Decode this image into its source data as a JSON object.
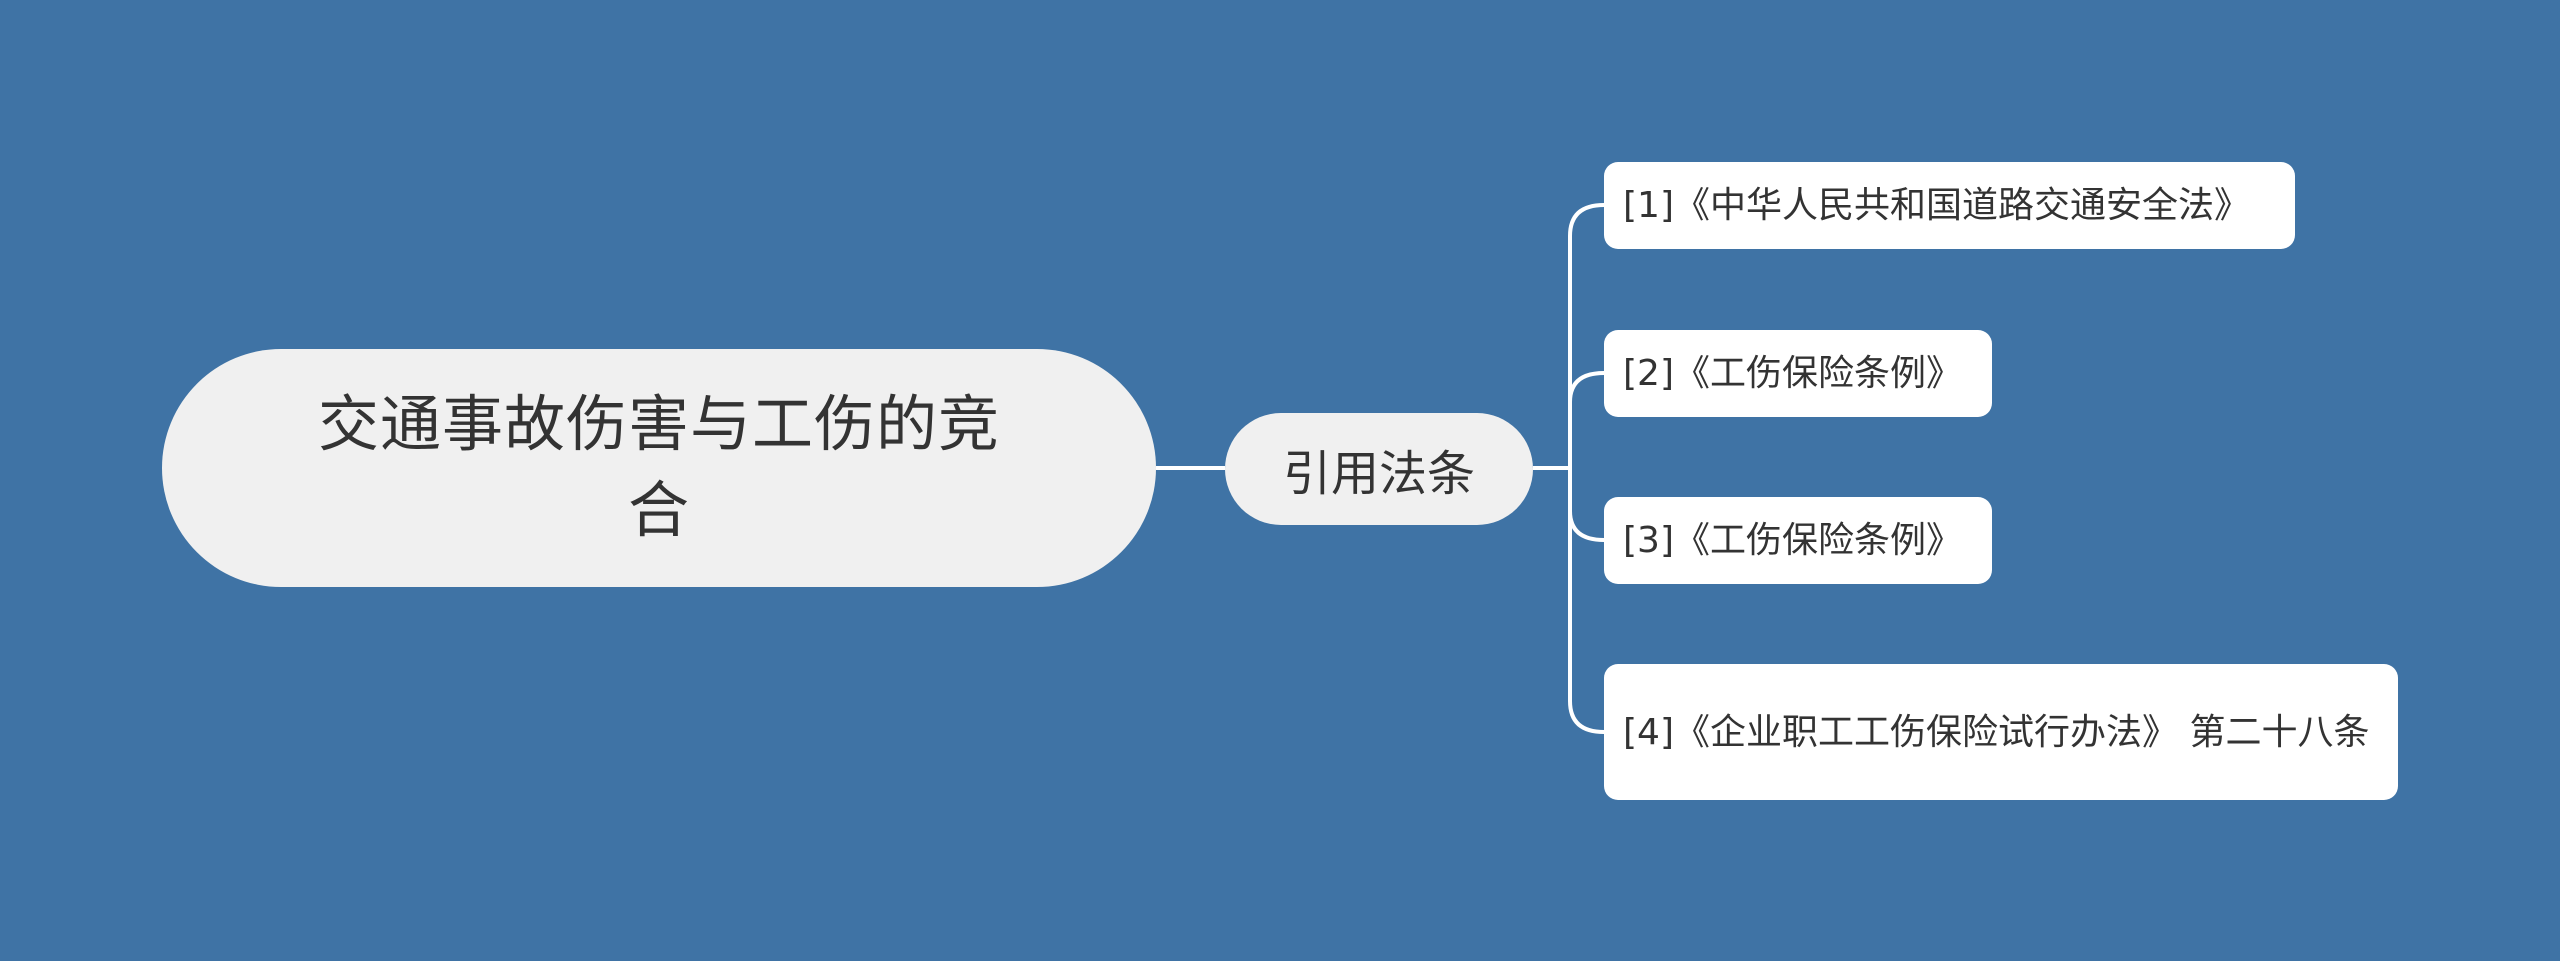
{
  "colors": {
    "background": "#3f73a5",
    "node_fill": "#f0f0f0",
    "leaf_fill": "#ffffff",
    "connector": "#ffffff",
    "text": "#333333"
  },
  "root": {
    "label": "交通事故伤害与工伤的竞合"
  },
  "branch": {
    "label": "引用法条"
  },
  "references": [
    {
      "label": "[1]《中华人民共和国道路交通安全法》"
    },
    {
      "label": "[2]《工伤保险条例》"
    },
    {
      "label": "[3]《工伤保险条例》"
    },
    {
      "label": "[4]《企业职工工伤保险试行办法》 第二十八条"
    }
  ]
}
